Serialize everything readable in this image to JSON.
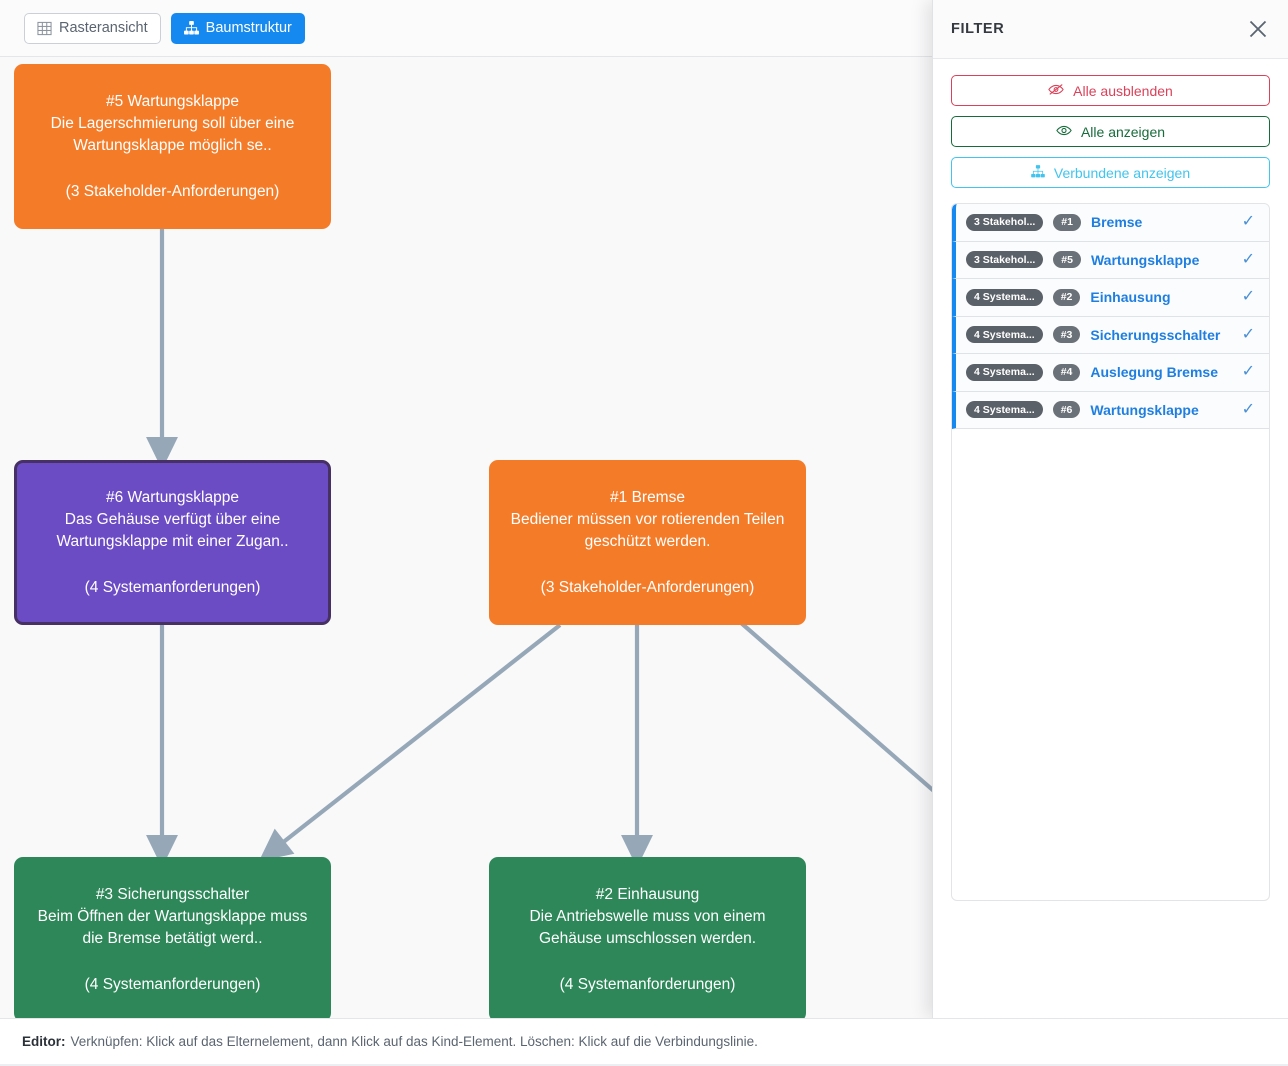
{
  "toolbar": {
    "grid_label": "Rasteransicht",
    "tree_label": "Baumstruktur",
    "grid_icon": "grid-icon",
    "tree_icon": "tree-icon"
  },
  "canvas": {
    "nodes": [
      {
        "id": "n5",
        "title": "#5 Wartungsklappe",
        "desc_line1": "Die Lagerschmierung soll über eine",
        "desc_line2": "Wartungsklappe möglich se..",
        "count": "(3 Stakeholder-Anforderungen)",
        "color": "#f47c29",
        "kind": "orange"
      },
      {
        "id": "n6",
        "title": "#6 Wartungsklappe",
        "desc_line1": "Das Gehäuse verfügt über eine",
        "desc_line2": "Wartungsklappe mit einer Zugan..",
        "count": "(4 Systemanforderungen)",
        "color": "#6c4cc4",
        "kind": "purple-selected"
      },
      {
        "id": "n1",
        "title": "#1 Bremse",
        "desc_line1": "Bediener müssen vor rotierenden Teilen",
        "desc_line2": "geschützt werden.",
        "count": "(3 Stakeholder-Anforderungen)",
        "color": "#f47c29",
        "kind": "orange"
      },
      {
        "id": "n3",
        "title": "#3 Sicherungsschalter",
        "desc_line1": "Beim Öffnen der Wartungsklappe muss",
        "desc_line2": "die Bremse betätigt werd..",
        "count": "(4 Systemanforderungen)",
        "color": "#2d8758",
        "kind": "green"
      },
      {
        "id": "n2",
        "title": "#2 Einhausung",
        "desc_line1": "Die Antriebswelle muss von einem",
        "desc_line2": "Gehäuse umschlossen werden.",
        "count": "(4 Systemanforderungen)",
        "color": "#2d8758",
        "kind": "green"
      }
    ],
    "edge_color": "#96a7b8"
  },
  "panel": {
    "title": "FILTER",
    "close_icon": "close-icon",
    "buttons": [
      {
        "label": "Alle ausblenden",
        "icon": "eye-slash-icon",
        "color": "#d9425a"
      },
      {
        "label": "Alle anzeigen",
        "icon": "eye-icon",
        "color": "#186c3c"
      },
      {
        "label": "Verbundene anzeigen",
        "icon": "tree-icon",
        "color": "#41c4ee"
      }
    ],
    "items": [
      {
        "type": "3 Stakehol...",
        "num": "#1",
        "name": "Bremse",
        "check": "✓"
      },
      {
        "type": "3 Stakehol...",
        "num": "#5",
        "name": "Wartungsklappe",
        "check": "✓"
      },
      {
        "type": "4 Systema...",
        "num": "#2",
        "name": "Einhausung",
        "check": "✓"
      },
      {
        "type": "4 Systema...",
        "num": "#3",
        "name": "Sicherungsschalter",
        "check": "✓"
      },
      {
        "type": "4 Systema...",
        "num": "#4",
        "name": "Auslegung Bremse",
        "check": "✓"
      },
      {
        "type": "4 Systema...",
        "num": "#6",
        "name": "Wartungsklappe",
        "check": "✓"
      }
    ]
  },
  "footer": {
    "label": "Editor:",
    "text": "Verknüpfen: Klick auf das Elternelement, dann Klick auf das Kind-Element. Löschen: Klick auf die Verbindungslinie."
  }
}
